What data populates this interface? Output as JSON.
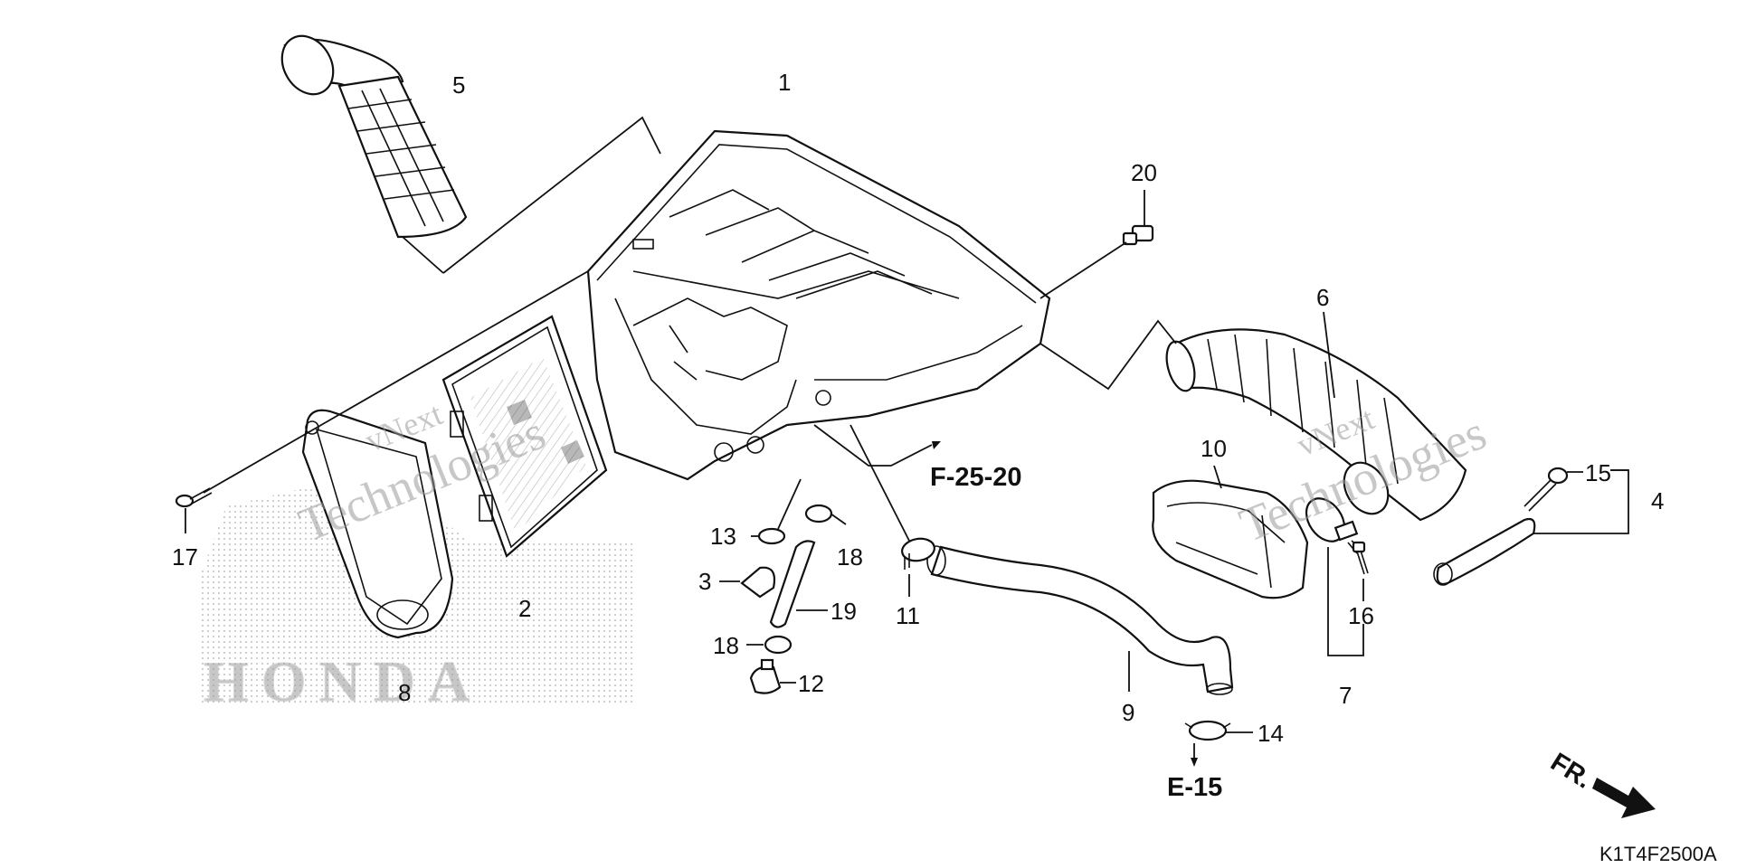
{
  "diagram": {
    "callouts": [
      "1",
      "2",
      "3",
      "4",
      "5",
      "6",
      "7",
      "8",
      "9",
      "10",
      "11",
      "12",
      "13",
      "14",
      "15",
      "16",
      "17",
      "18",
      "18",
      "19",
      "20"
    ],
    "references": {
      "air_cleaner_ref": "F-25-20",
      "engine_ref": "E-15"
    },
    "front_arrow_label": "FR.",
    "diagram_code": "K1T4F2500A",
    "watermark": {
      "line1": "vNext",
      "line2": "Technologies",
      "brand": "HONDA"
    }
  }
}
